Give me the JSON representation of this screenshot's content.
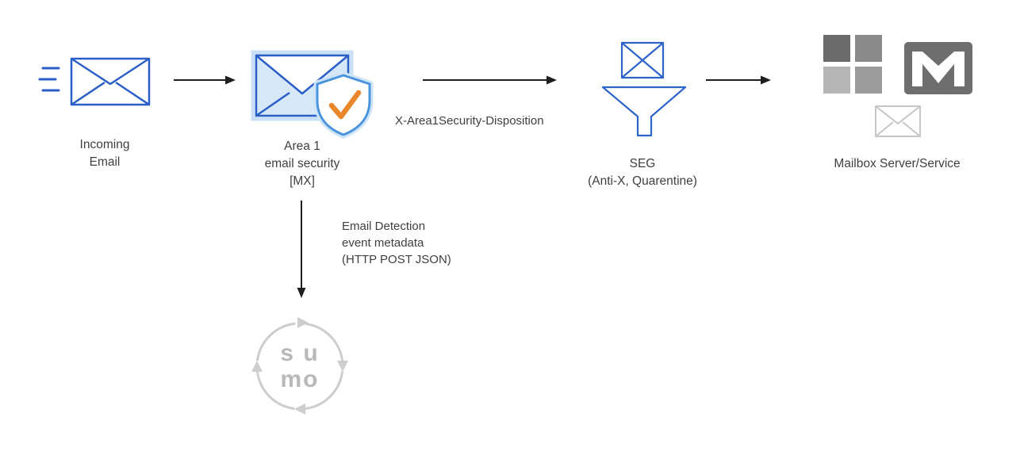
{
  "nodes": {
    "incoming": {
      "line1": "Incoming",
      "line2": "Email"
    },
    "area1": {
      "line1": "Area 1",
      "line2": "email security",
      "line3": "[MX]"
    },
    "seg": {
      "line1": "SEG",
      "line2": "(Anti-X, Quarentine)"
    },
    "mailbox": {
      "label": "Mailbox Server/Service"
    },
    "sumo": {
      "line1": "s u",
      "line2": "mo"
    }
  },
  "edges": {
    "disposition": {
      "label": "X-Area1Security-Disposition"
    },
    "metadata": {
      "line1": "Email Detection",
      "line2": "event metadata",
      "line3": "(HTTP POST JSON)"
    }
  },
  "icons": {
    "incoming": "incoming-email-icon",
    "area1": "envelope-shield-check-icon",
    "seg": "funnel-envelope-icon",
    "microsoft": "microsoft-logo-icon",
    "gmail": "gmail-icon",
    "mailbox_envelope": "envelope-outline-icon",
    "sumo": "sumo-logic-logo"
  },
  "colors": {
    "envelope_blue": "#2b5fc7",
    "light_blue": "#cfe4f7",
    "shield_blue": "#4a94dd",
    "check_orange": "#e8872c",
    "arrow_black": "#1f1f1f",
    "text": "#3f3f3f",
    "gray_dark": "#6e6e6e",
    "gray_light": "#c6c6c6",
    "sumo_gray": "#cdcdcd"
  }
}
